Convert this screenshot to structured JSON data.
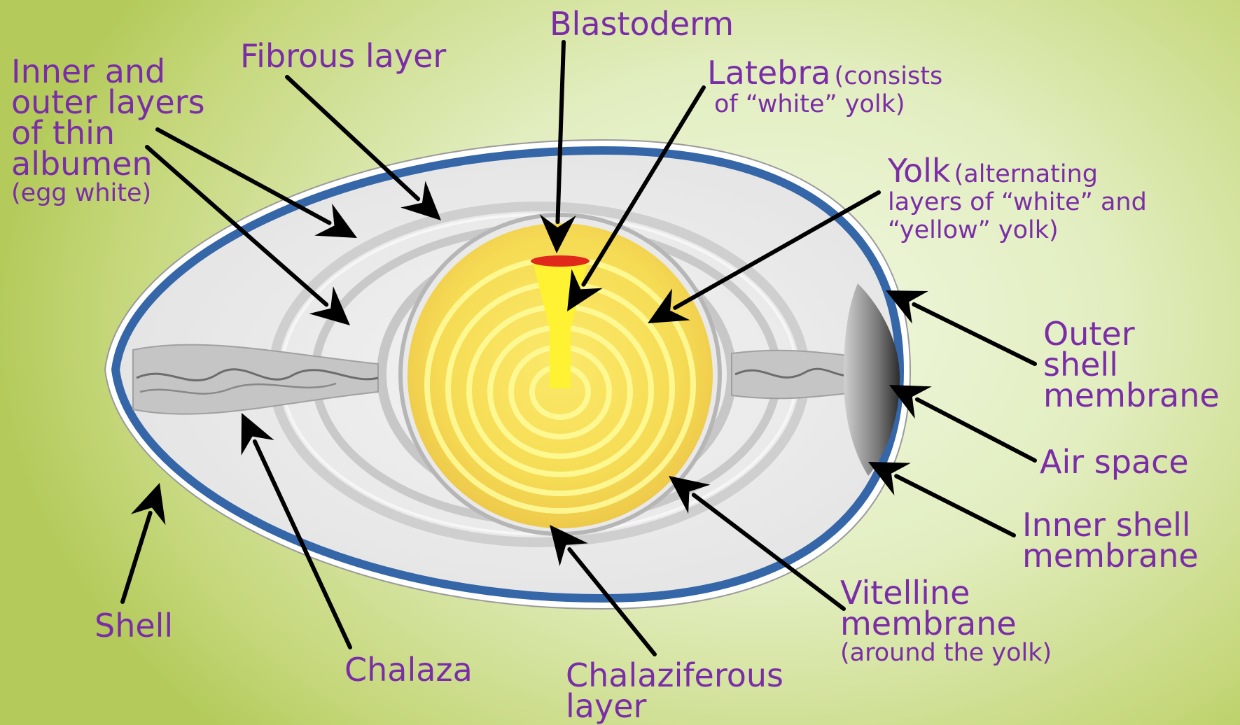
{
  "labels": {
    "blastoderm": "Blastoderm",
    "fibrous": "Fibrous layer",
    "latebra_main": "Latebra",
    "latebra_note_1": "(consists",
    "latebra_note_2": "of “white” yolk)",
    "inner_outer_1": "Inner and",
    "inner_outer_2": "outer layers",
    "inner_outer_3": "of thin",
    "inner_outer_4": "albumen",
    "inner_outer_note": "(egg white)",
    "yolk_main": "Yolk",
    "yolk_note_1": "(alternating",
    "yolk_note_2": "layers of “white” and",
    "yolk_note_3": "“yellow” yolk)",
    "outer_shell_1": "Outer",
    "outer_shell_2": "shell",
    "outer_shell_3": "membrane",
    "air_space": "Air space",
    "inner_shell_1": "Inner shell",
    "inner_shell_2": "membrane",
    "vitelline_1": "Vitelline",
    "vitelline_2": "membrane",
    "vitelline_note": "(around the yolk)",
    "shell": "Shell",
    "chalaza": "Chalaza",
    "chalaziferous_1": "Chalaziferous",
    "chalaziferous_2": "layer"
  },
  "colors": {
    "label_text": "#7b2da8",
    "shell_blue": "#3566a8",
    "albumen": "#ebebeb",
    "yolk": "#f7e55a",
    "blastoderm": "#e0291a",
    "arrow": "#000000"
  }
}
